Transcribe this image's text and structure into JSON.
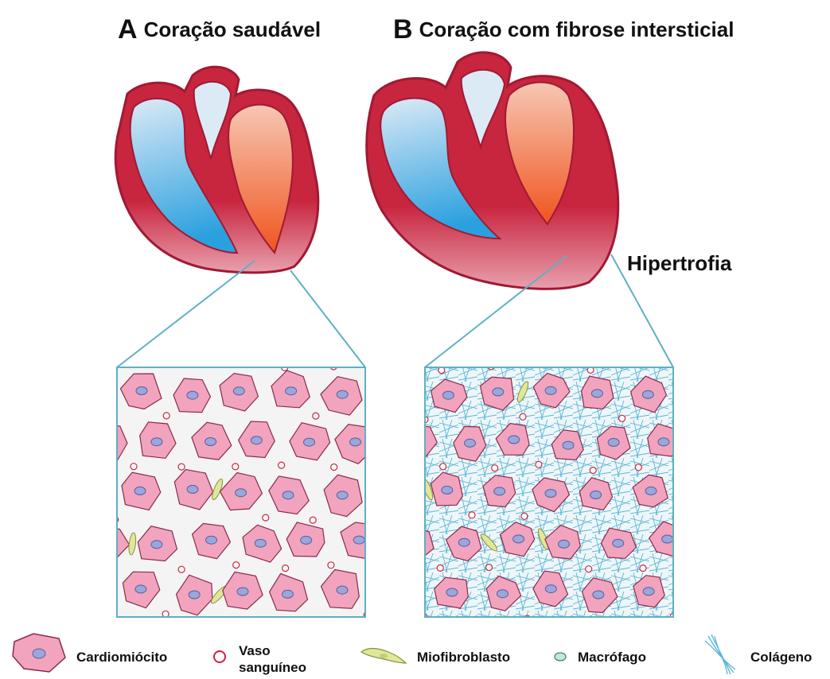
{
  "panels": {
    "a": {
      "letter": "A",
      "title": "Coração saudável"
    },
    "b": {
      "letter": "B",
      "title": "Coração com fibrose intersticial"
    }
  },
  "annotation": {
    "hypertrophy": "Hipertrofia"
  },
  "legend": {
    "cardiomyocyte": "Cardiomiócito",
    "vessel_line1": "Vaso",
    "vessel_line2": "sanguíneo",
    "myofibroblast": "Miofibroblasto",
    "macrophage": "Macrófago",
    "collagen": "Colágeno"
  },
  "colors": {
    "heart_wall": "#c8253f",
    "heart_wall_light": "#e8a0ad",
    "right_chamber_top": "#dceaf6",
    "right_chamber_bottom": "#2aa0df",
    "left_chamber_top": "#f6c7b4",
    "left_chamber_bottom": "#f0541e",
    "cell_fill": "#f2a4be",
    "cell_stroke": "#8a2a4a",
    "nucleus": "#9aa6dc",
    "vessel": "#c8253f",
    "myofibroblast": "#dfe89a",
    "collagen": "#59b7d6",
    "zoom_line": "#5fb0c4"
  }
}
